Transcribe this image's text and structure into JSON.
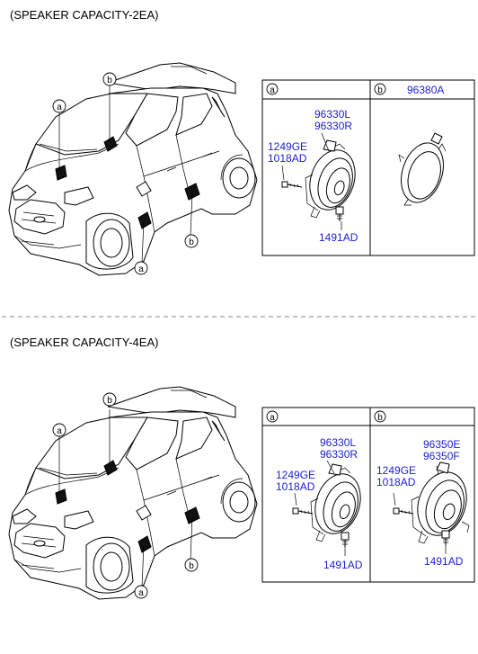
{
  "sections": [
    {
      "title": "(SPEAKER CAPACITY-2EA)",
      "callouts": {
        "a_top": "a",
        "b_top": "b",
        "b_side": "b",
        "a_bottom": "a"
      },
      "panel_a": {
        "key": "a",
        "labels": {
          "speaker": "96330L\n96330R",
          "bolt": "1249GE\n1018AD",
          "clip": "1491AD"
        }
      },
      "panel_b": {
        "key": "b",
        "labels": {
          "cover": "96380A"
        }
      }
    },
    {
      "title": "(SPEAKER CAPACITY-4EA)",
      "callouts": {
        "a_top": "a",
        "b_top": "b",
        "b_side": "b",
        "a_bottom": "a"
      },
      "panel_a": {
        "key": "a",
        "labels": {
          "speaker": "96330L\n96330R",
          "bolt": "1249GE\n1018AD",
          "clip": "1491AD"
        }
      },
      "panel_b": {
        "key": "b",
        "labels": {
          "speaker": "96350E\n96350F",
          "bolt": "1249GE\n1018AD",
          "clip": "1491AD"
        }
      }
    }
  ],
  "colors": {
    "part_label": "#1d1dd6",
    "line": "#000000",
    "divider": "#888888"
  }
}
